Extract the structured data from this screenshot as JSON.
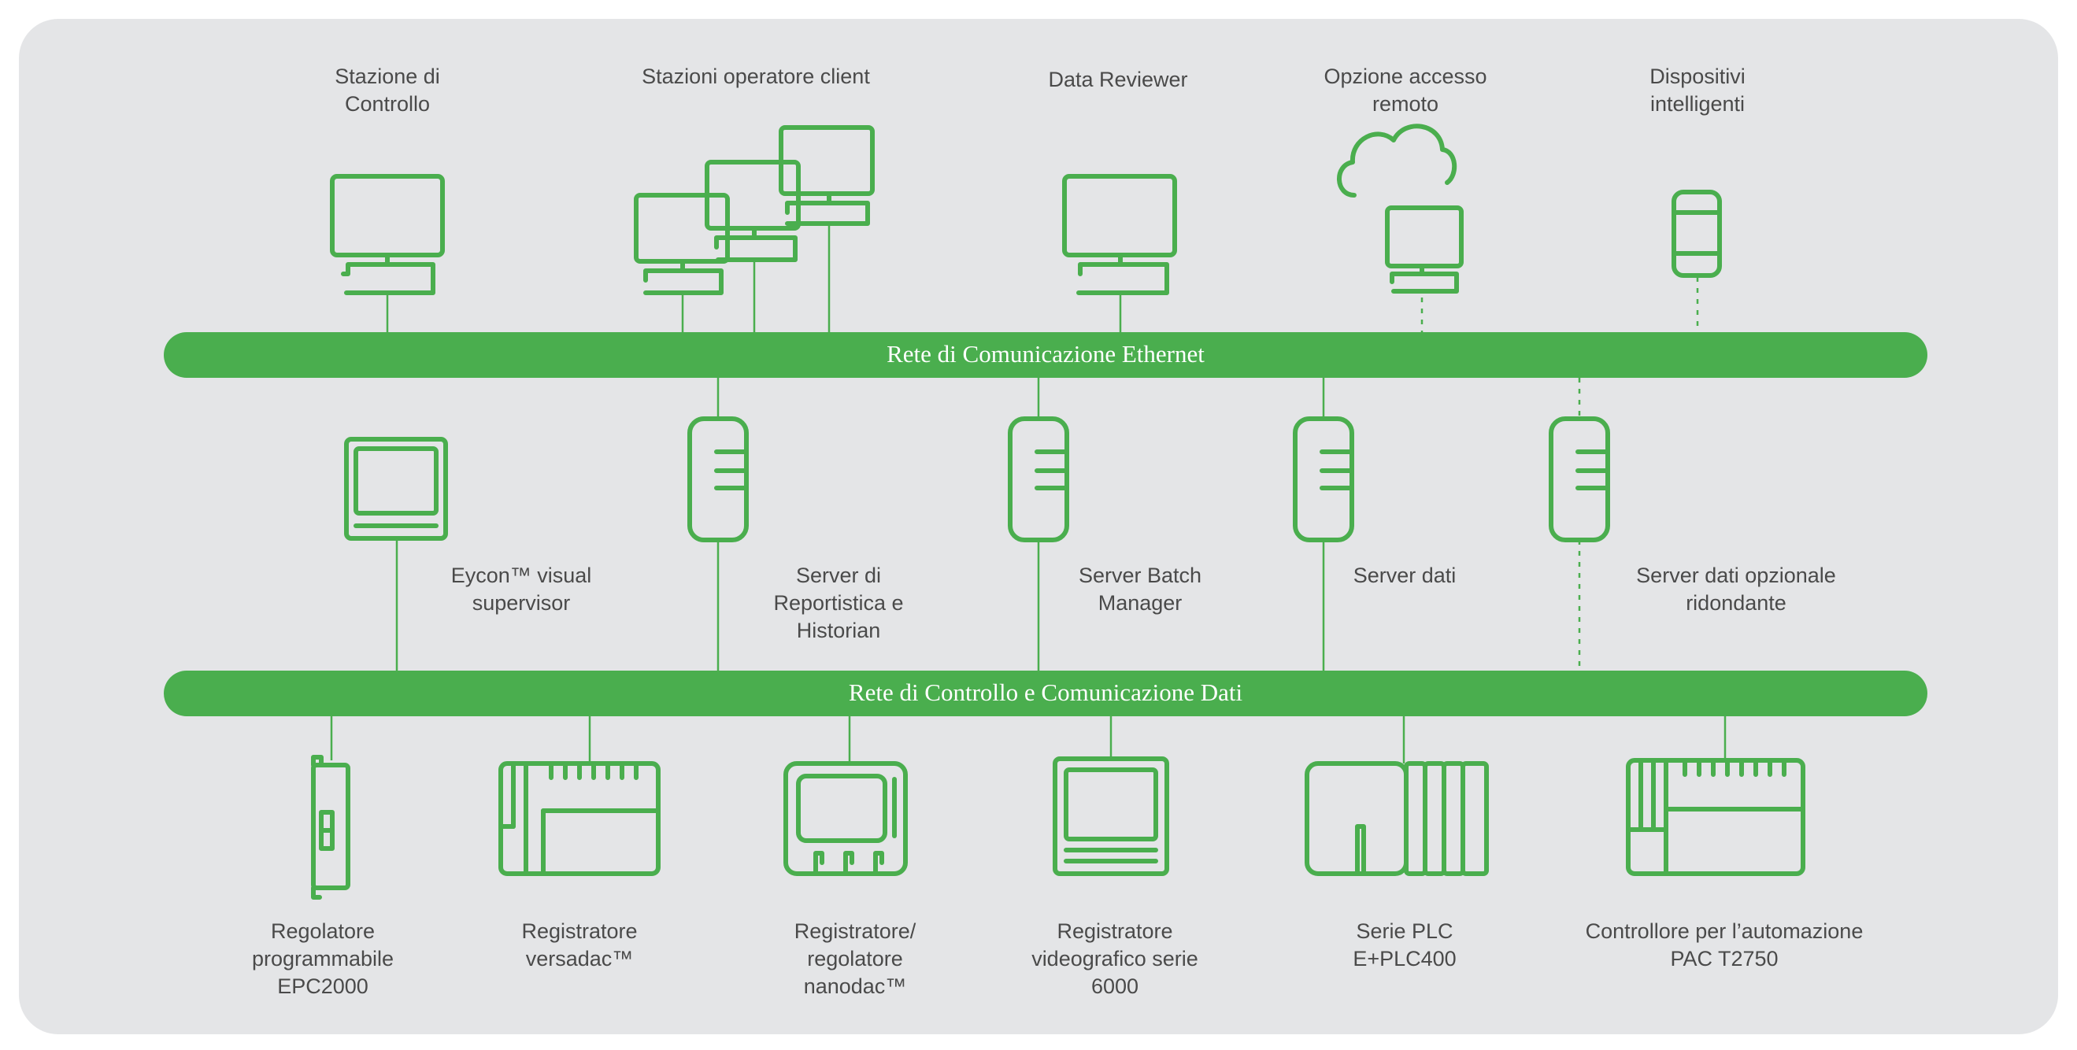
{
  "networks": {
    "ethernet": "Rete di Comunicazione Ethernet",
    "control": "Rete di Controllo e Comunicazione Dati"
  },
  "top_nodes": [
    {
      "label": "Stazione di\nControllo",
      "icon": "monitor-icon"
    },
    {
      "label": "Stazioni operatore client",
      "icon": "multiple-monitors-icon"
    },
    {
      "label": "Data Reviewer",
      "icon": "monitor-icon"
    },
    {
      "label": "Opzione accesso\nremoto",
      "icon": "cloud-monitor-icon"
    },
    {
      "label": "Dispositivi\nintelligenti",
      "icon": "mobile-device-icon"
    }
  ],
  "middle_nodes": [
    {
      "label": "Eycon™ visual\nsupervisor",
      "icon": "panel-display-icon"
    },
    {
      "label": "Server di\nReportistica e\nHistorian",
      "icon": "server-icon"
    },
    {
      "label": "Server Batch\nManager",
      "icon": "server-icon"
    },
    {
      "label": "Server dati",
      "icon": "server-icon"
    },
    {
      "label": "Server dati opzionale\nridondante",
      "icon": "server-icon"
    }
  ],
  "bottom_nodes": [
    {
      "label": "Regolatore\nprogrammabile\nEPC2000",
      "icon": "din-controller-icon"
    },
    {
      "label": "Registratore\nversadac™",
      "icon": "modular-recorder-icon"
    },
    {
      "label": "Registratore/\nregolatore\nnanodac™",
      "icon": "nanodac-icon"
    },
    {
      "label": "Registratore\nvideografico serie\n6000",
      "icon": "videographic-recorder-icon"
    },
    {
      "label": "Serie PLC\nE+PLC400",
      "icon": "plc-icon"
    },
    {
      "label": "Controllore per l’automazione\nPAC T2750",
      "icon": "pac-controller-icon"
    }
  ],
  "colors": {
    "accent": "#4aae4e",
    "panel": "#e4e5e7",
    "text": "#4a4a4a"
  }
}
